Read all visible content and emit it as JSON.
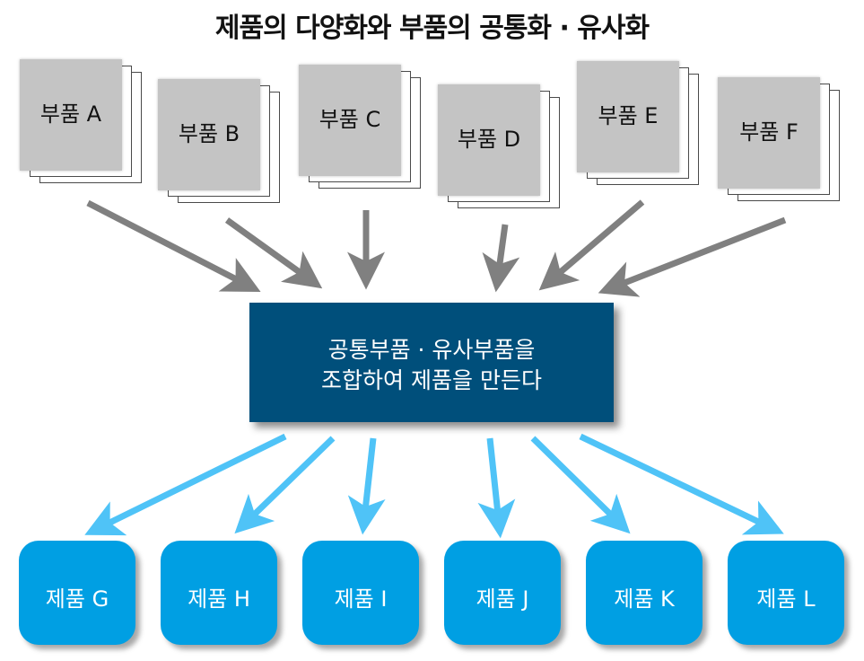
{
  "title": "제품의 다양화와 부품의 공통화 · 유사화",
  "center": {
    "line1": "공통부품 · 유사부품을",
    "line2": "조합하여 제품을 만든다"
  },
  "parts": [
    "부품 A",
    "부품 B",
    "부품 C",
    "부품 D",
    "부품 E",
    "부품 F"
  ],
  "products": [
    "제품 G",
    "제품 H",
    "제품 I",
    "제품 J",
    "제품 K",
    "제품 L"
  ],
  "colors": {
    "part_card": "#c4c4c4",
    "center_box": "#004f7b",
    "product_box": "#009fe3",
    "arrow_in": "#808080",
    "arrow_out": "#4fc3f7"
  }
}
